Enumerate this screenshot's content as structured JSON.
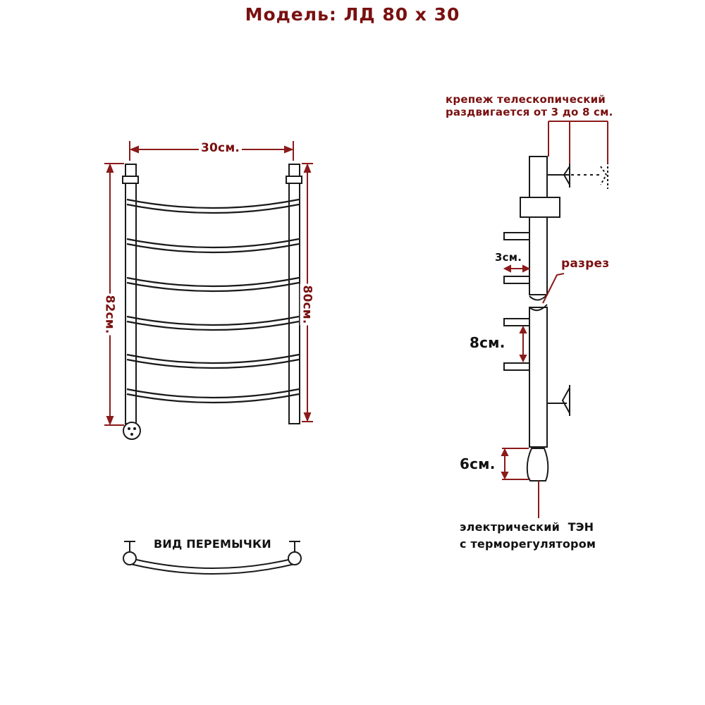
{
  "title": "Модель: ЛД 80 х 30",
  "front_view": {
    "width_label": "30см.",
    "height_left_label": "82см.",
    "height_right_label": "80см."
  },
  "jumper_view": {
    "label": "ВИД ПЕРЕМЫЧКИ"
  },
  "side_view": {
    "mount_label_line1": "крепеж телескопический",
    "mount_label_line2": "раздвигается от 3 до 8 см.",
    "offset_label": "3см.",
    "section_label": "разрез",
    "spacing_label": "8см.",
    "heater_height_label": "6см.",
    "heater_label_line1": "электрический  ТЭН",
    "heater_label_line2": "с терморегулятором"
  },
  "colors": {
    "dimension": "#8b1a1a",
    "outline": "#1a1a1a",
    "text": "#7a1010"
  }
}
